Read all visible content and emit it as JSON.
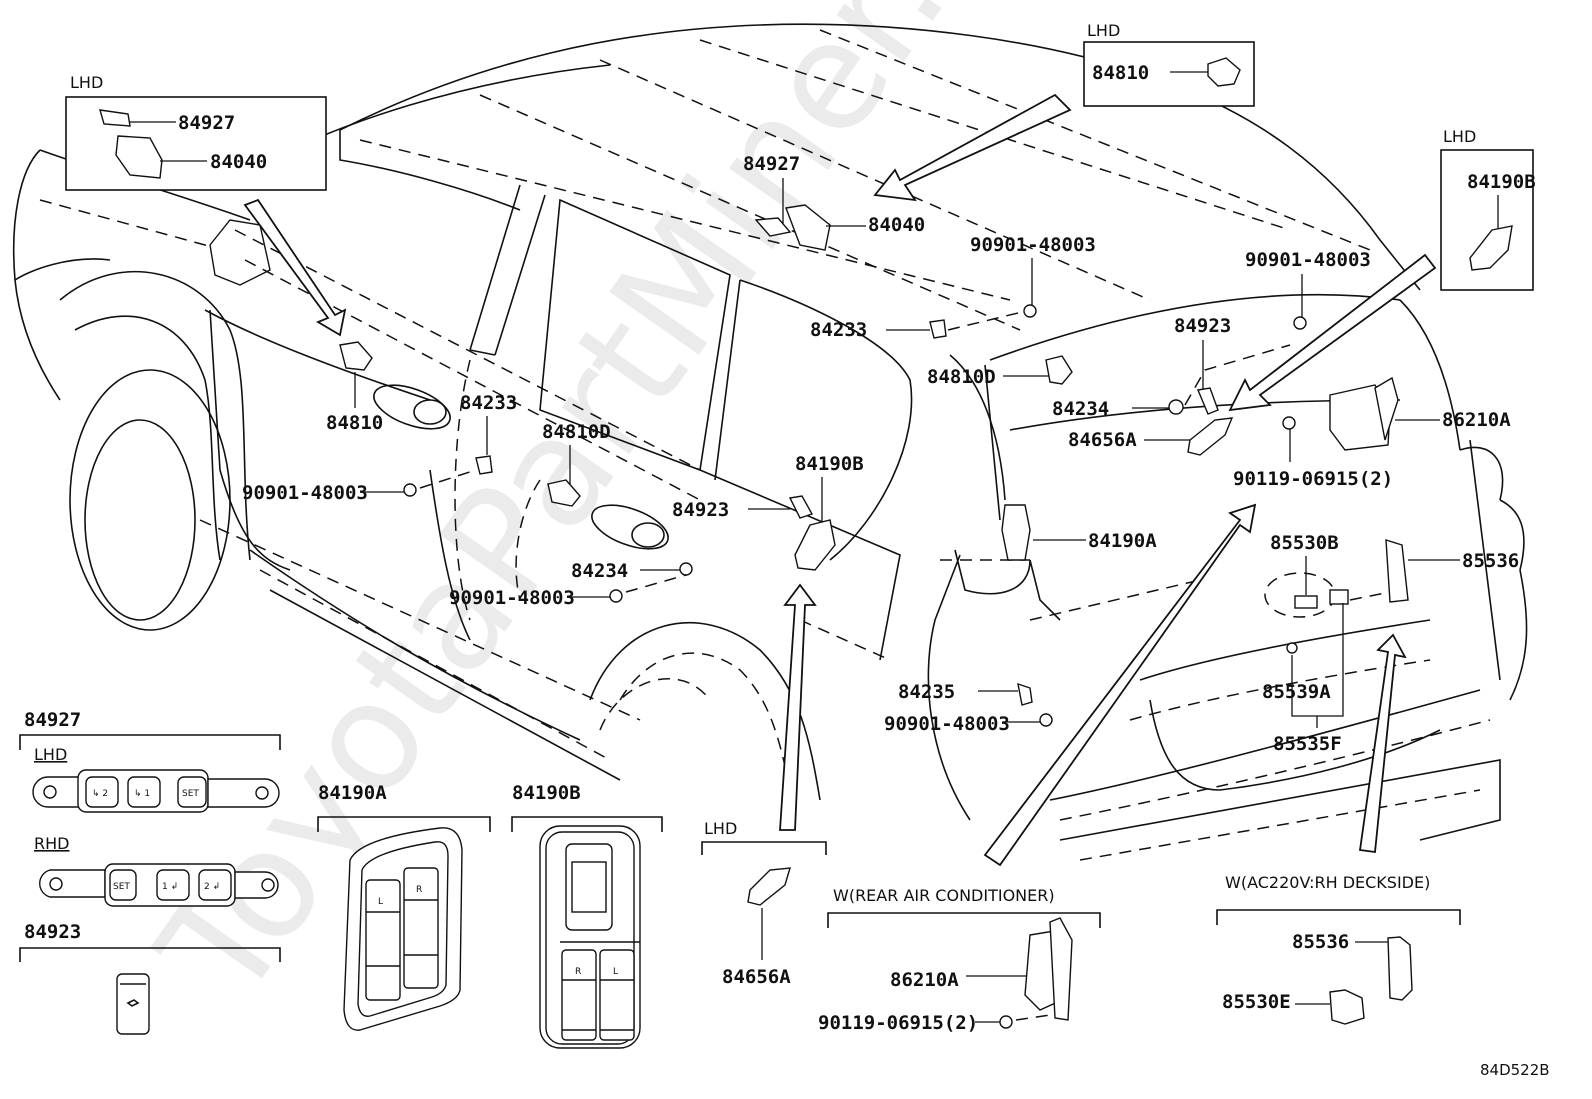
{
  "watermark": "ToyotaPartMiner.ru",
  "diagram_code": "84D522B",
  "callouts": {
    "lhd_box_left": {
      "region": "LHD",
      "parts": [
        "84927",
        "84040"
      ]
    },
    "lhd_box_top": {
      "region": "LHD",
      "parts": [
        "84810"
      ]
    },
    "lhd_box_right": {
      "region": "LHD",
      "parts": [
        "84190B"
      ]
    }
  },
  "main_labels": {
    "p84927_top": "84927",
    "p84040_top": "84040",
    "p90901_a": "90901-48003",
    "p84233_a": "84233",
    "p90901_b": "90901-48003",
    "p84810D_a": "84810D",
    "p84923_a": "84923",
    "p84234_a": "84234",
    "p84656A_a": "84656A",
    "p86210A_a": "86210A",
    "p90119_a": "90119-06915(2)",
    "p84810_left": "84810",
    "p84233_b": "84233",
    "p84810D_b": "84810D",
    "p90901_c": "90901-48003",
    "p84190B_mid": "84190B",
    "p84923_b": "84923",
    "p84234_b": "84234",
    "p90901_d": "90901-48003",
    "p84190A_mid": "84190A",
    "p84235": "84235",
    "p90901_e": "90901-48003",
    "p85530B": "85530B",
    "p85536_a": "85536",
    "p85539A": "85539A",
    "p85535F": "85535F"
  },
  "detail_panels": {
    "d84927": {
      "title": "84927",
      "lhd_label": "LHD",
      "rhd_label": "RHD",
      "lhd_buttons": [
        "↳ 2",
        "↳ 1",
        "SET"
      ],
      "rhd_buttons": [
        "SET",
        "1 ↲",
        "2 ↲"
      ]
    },
    "d84923": {
      "title": "84923"
    },
    "d84190A": {
      "title": "84190A",
      "switch_labels": [
        "L",
        "R"
      ]
    },
    "d84190B": {
      "title": "84190B",
      "switch_labels": [
        "R",
        "L"
      ]
    },
    "d84656A": {
      "region": "LHD",
      "title": "84656A"
    },
    "d_rear_ac": {
      "condition": "W(REAR AIR CONDITIONER)",
      "part": "86210A",
      "bolt": "90119-06915(2)"
    },
    "d_ac220": {
      "condition": "W(AC220V:RH DECKSIDE)",
      "part_a": "85536",
      "part_b": "85530E"
    }
  }
}
